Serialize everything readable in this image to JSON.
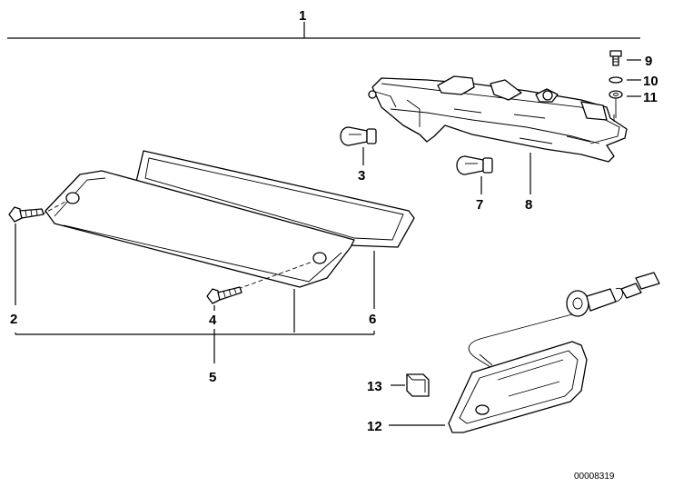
{
  "labels": {
    "l1": "1",
    "l2": "2",
    "l3": "3",
    "l4": "4",
    "l5": "5",
    "l6": "6",
    "l7": "7",
    "l8": "8",
    "l9": "9",
    "l10": "10",
    "l11": "11",
    "l12": "12",
    "l13": "13"
  },
  "catalog_code": "00008319"
}
